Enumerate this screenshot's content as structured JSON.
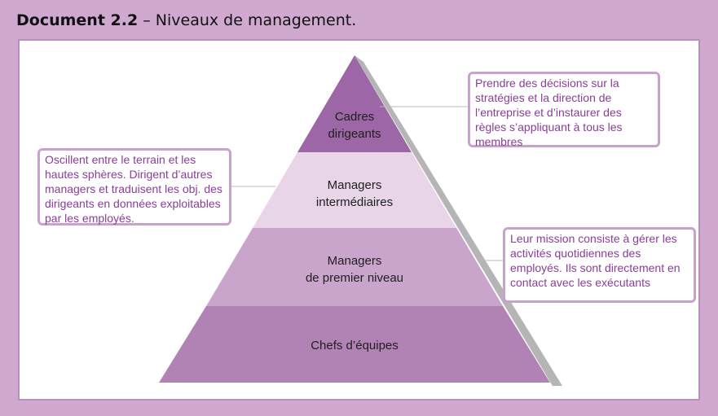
{
  "header": {
    "doc_label": "Document 2.2",
    "separator": "–",
    "title": "Niveaux de management."
  },
  "pyramid": {
    "levels": [
      {
        "id": "top",
        "label_line1": "Cadres",
        "label_line2": "dirigeants",
        "color": "#9d66a6"
      },
      {
        "id": "middle",
        "label_line1": "Managers",
        "label_line2": "intermédiaires",
        "color": "#e8d6e8"
      },
      {
        "id": "first",
        "label_line1": "Managers",
        "label_line2": "de premier niveau",
        "color": "#caa5cb"
      },
      {
        "id": "teams",
        "label_line1": "Chefs d’équipes",
        "label_line2": "",
        "color": "#b183b5"
      }
    ]
  },
  "callouts": {
    "top_right": "Prendre des décisions sur la stratégies et la direction de l’entreprise et d’instaurer des règles s’appliquant à tous les membres",
    "middle_left": "Oscillent entre le terrain et les hautes sphères. Dirigent d’autres managers et traduisent les obj. des dirigeants en données exploitables par les employés.",
    "first_right": "Leur mission consiste à gérer les activités quotidiennes des employés. Ils sont directement en contact avec les exécutants"
  },
  "colors": {
    "background": "#cfa9d0",
    "callout_border": "#c9a1cf",
    "callout_text": "#8a3e98",
    "shadow": "#b9b9b9"
  }
}
